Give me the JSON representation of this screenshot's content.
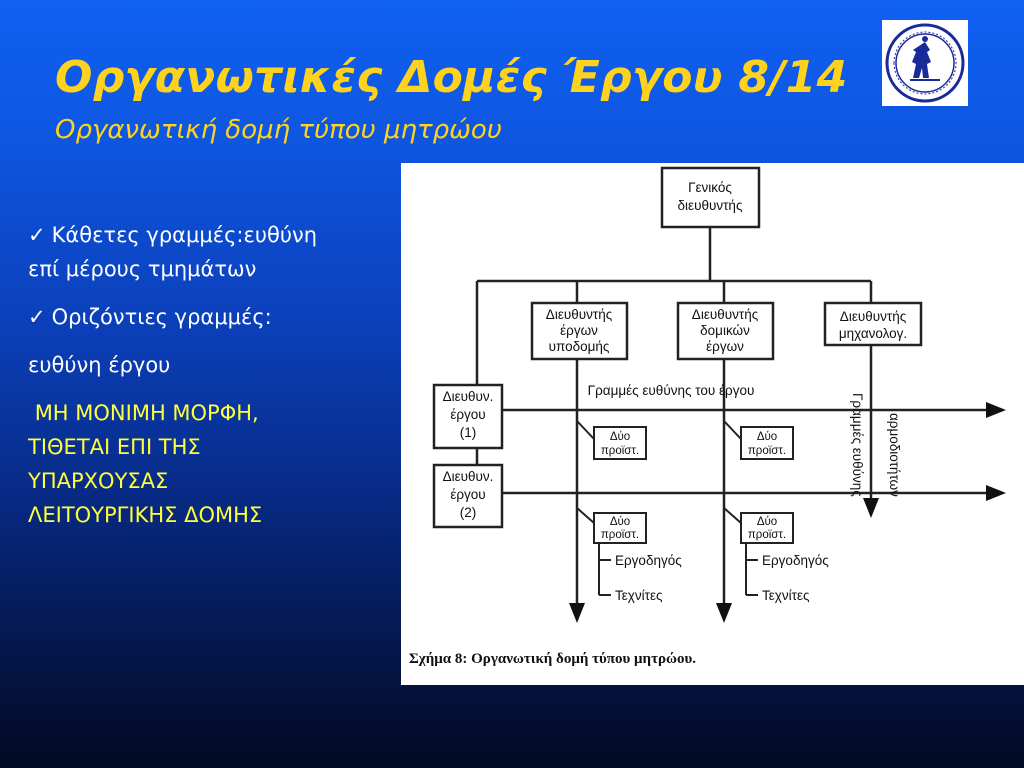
{
  "slide": {
    "title": "Οργανωτικές Δομές Έργου 8/14",
    "subtitle": "Οργανωτική δομή τύπου μητρώου"
  },
  "bullets": {
    "check_glyph": "✓",
    "b1_line1": "Κάθετες γραμμές:ευθύνη",
    "b1_line2": "επί μέρους τμημάτων",
    "b2_line1": "Οριζόντιες γραμμές:",
    "b2_line2": "ευθύνη έργου",
    "highlight": [
      "ΜΗ ΜΟΝΙΜΗ ΜΟΡΦΗ,",
      "ΤΙΘΕΤΑΙ ΕΠΙ ΤΗΣ",
      "ΥΠΑΡΧΟΥΣΑΣ",
      "ΛΕΙΤΟΥΡΓΙΚΗΣ ΔΟΜΗΣ"
    ]
  },
  "colors": {
    "title": "#ffd21e",
    "highlight": "#ffff3a",
    "bullet_text": "#ffffff"
  },
  "logo": {
    "icon": "university-seal-icon"
  },
  "diagram": {
    "top": [
      "Γενικός",
      "διευθυντής"
    ],
    "dept1": [
      "Διευθυντής",
      "έργων",
      "υποδομής"
    ],
    "dept2": [
      "Διευθυντής",
      "δομικών",
      "έργων"
    ],
    "dept3": [
      "Διευθυντής",
      "μηχανολογ."
    ],
    "proj1": [
      "Διευθυν.",
      "έργου",
      "(1)"
    ],
    "proj2": [
      "Διευθυν.",
      "έργου",
      "(2)"
    ],
    "proj_lines_label": "Γραμμές ευθύνης του έργου",
    "small_box": [
      "Δύο",
      "προϊστ."
    ],
    "foreman": "Εργοδηγός",
    "technicians": "Τεχνίτες",
    "vert_label_1": "Γραμμές ευθύνης",
    "vert_label_2": "αρμοδιοτήτων",
    "caption": "Σχήμα 8: Οργανωτική δομή τύπου μητρώου."
  }
}
